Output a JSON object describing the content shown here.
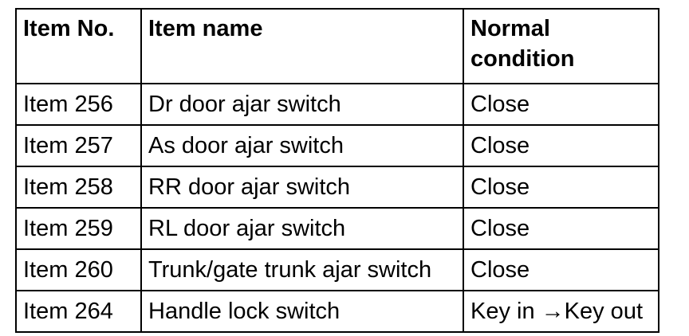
{
  "table": {
    "headers": [
      "Item No.",
      "Item name",
      "Normal condition"
    ],
    "rows": [
      [
        "Item 256",
        "Dr door ajar switch",
        "Close"
      ],
      [
        "Item 257",
        "As door ajar switch",
        "Close"
      ],
      [
        "Item 258",
        "RR door ajar switch",
        "Close"
      ],
      [
        "Item 259",
        "RL door ajar switch",
        "Close"
      ],
      [
        "Item 260",
        "Trunk/gate trunk ajar switch",
        "Close"
      ],
      [
        "Item 264",
        "Handle lock switch",
        "Key in →Key out"
      ]
    ]
  }
}
